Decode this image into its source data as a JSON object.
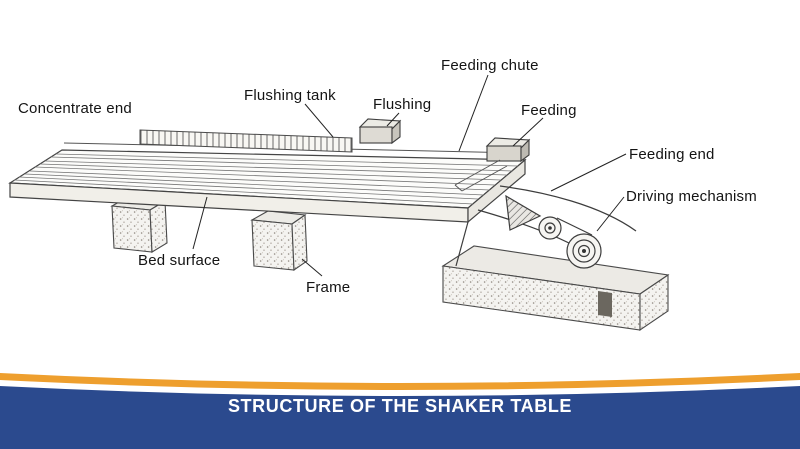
{
  "diagram": {
    "labels": [
      {
        "id": "concentrate-end",
        "text": "Concentrate end"
      },
      {
        "id": "flushing-tank",
        "text": "Flushing tank"
      },
      {
        "id": "flushing",
        "text": "Flushing"
      },
      {
        "id": "feeding-chute",
        "text": "Feeding chute"
      },
      {
        "id": "feeding",
        "text": "Feeding"
      },
      {
        "id": "feeding-end",
        "text": "Feeding end"
      },
      {
        "id": "driving-mechanism",
        "text": "Driving mechanism"
      },
      {
        "id": "bed-surface",
        "text": "Bed surface"
      },
      {
        "id": "frame",
        "text": "Frame"
      }
    ]
  },
  "banner": {
    "title": "STRUCTURE OF THE SHAKER TABLE",
    "colors": {
      "blue": "#2b4a8e",
      "orange": "#ee9f2e",
      "text": "#ffffff"
    }
  }
}
